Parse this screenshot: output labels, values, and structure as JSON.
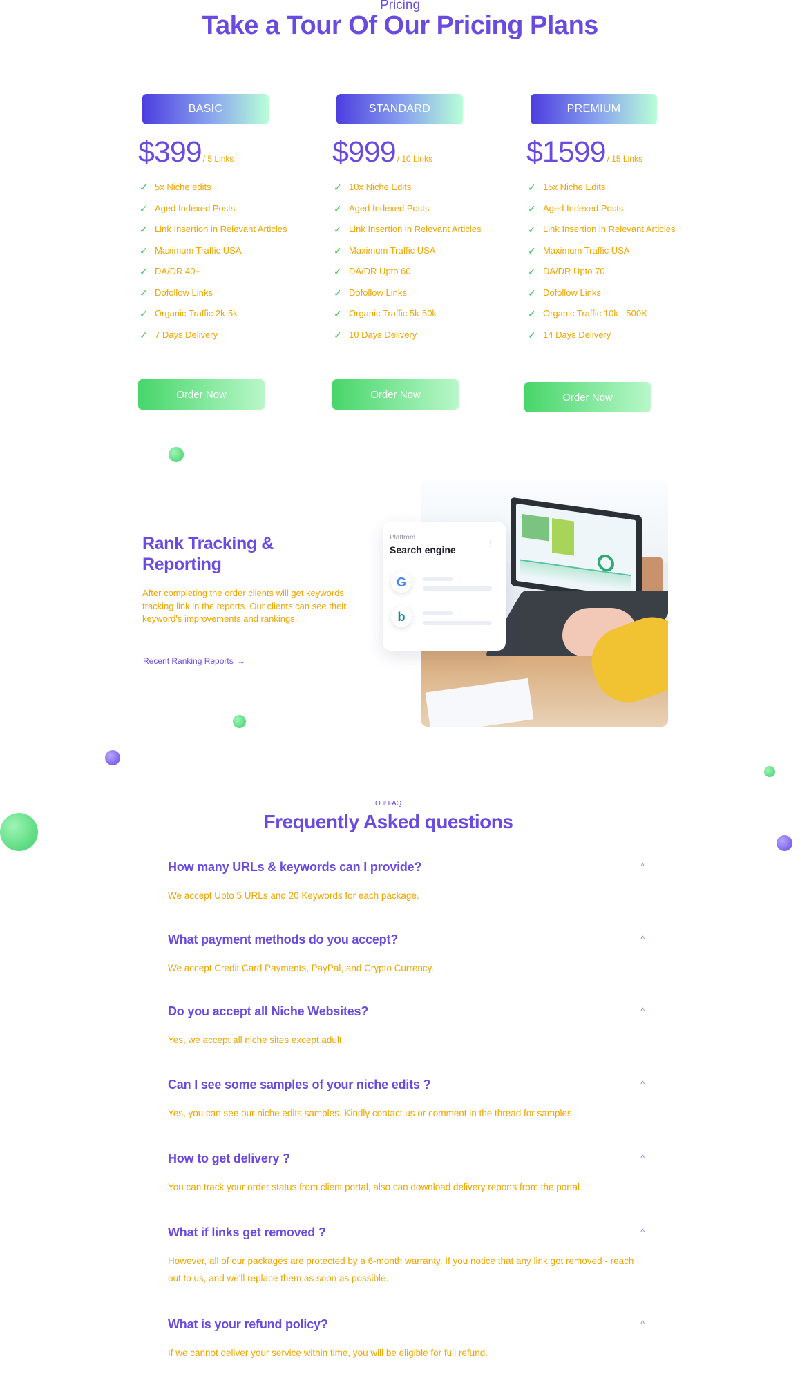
{
  "pricing": {
    "eyebrow": "Pricing",
    "title": "Take a Tour Of Our Pricing Plans",
    "plans": [
      {
        "name": "BASIC",
        "price": "$399",
        "per": "/ 5 Links",
        "features": [
          "5x Niche edits",
          "Aged Indexed Posts",
          "Link Insertion in Relevant Articles",
          "Maximum Traffic USA",
          "DA/DR 40+",
          "Dofollow Links",
          "Organic Traffic 2k-5k",
          "7 Days Delivery"
        ],
        "button": "Order Now"
      },
      {
        "name": "STANDARD",
        "price": "$999",
        "per": "/ 10 Links",
        "features": [
          "10x Niche Edits",
          "Aged Indexed Posts",
          "Link Insertion in Relevant Articles",
          "Maximum Traffic USA",
          "DA/DR Upto 60",
          "Dofollow Links",
          "Organic Traffic 5k-50k",
          "10 Days Delivery"
        ],
        "button": "Order Now"
      },
      {
        "name": "PREMIUM",
        "price": "$1599",
        "per": "/ 15 Links",
        "features": [
          "15x Niche Edits",
          "Aged Indexed Posts",
          "Link Insertion in Relevant Articles",
          "Maximum Traffic USA",
          "DA/DR Upto 70",
          "Dofollow Links",
          "Organic Traffic 10k - 500K",
          "14 Days Delivery"
        ],
        "button": "Order Now"
      }
    ]
  },
  "rank": {
    "title": "Rank Tracking & Reporting",
    "description": "After completing the order clients will get keywords tracking link in the reports. Our clients can see their keyword's improvements and rankings.",
    "link": "Recent Ranking Reports",
    "link_arrow": "→"
  },
  "engine_card": {
    "label": "Platfrom",
    "value": "Search engine",
    "google_glyph": "G",
    "bing_glyph": "b"
  },
  "faq": {
    "eyebrow": "Our FAQ",
    "title": "Frequently Asked questions",
    "chevron": "^",
    "items": [
      {
        "q": "How many URLs & keywords can I provide?",
        "a": "We accept Upto 5 URLs and 20 Keywords for each package."
      },
      {
        "q": "What payment methods do you accept?",
        "a": "We accept Credit Card Payments, PayPal, and Crypto Currency."
      },
      {
        "q": "Do you accept all Niche Websites?",
        "a": "Yes, we accept all niche sites except adult."
      },
      {
        "q": "Can I see some samples of your niche edits ?",
        "a": "Yes, you can see our niche edits samples. Kindly contact us or comment in the thread for samples."
      },
      {
        "q": "How to get delivery ?",
        "a": "You can track your order status from client portal, also can download delivery reports from the portal."
      },
      {
        "q": "What if links get removed ?",
        "a": "However, all of our packages are protected by a 6-month warranty. If you notice that any link got removed - reach out to us, and we'll replace them as soon as possible."
      },
      {
        "q": "What is your refund policy?",
        "a": "If we cannot deliver your service within time, you will be eligible for full refund."
      }
    ]
  },
  "colors": {
    "accent_purple": "#6a4be0",
    "text_amber": "#f0a500",
    "check_green": "#3ec45f",
    "button_green": "#47d66a"
  },
  "icons": {
    "check": "check-icon",
    "chevron": "chevron-up-icon",
    "arrow": "arrow-right-icon"
  }
}
